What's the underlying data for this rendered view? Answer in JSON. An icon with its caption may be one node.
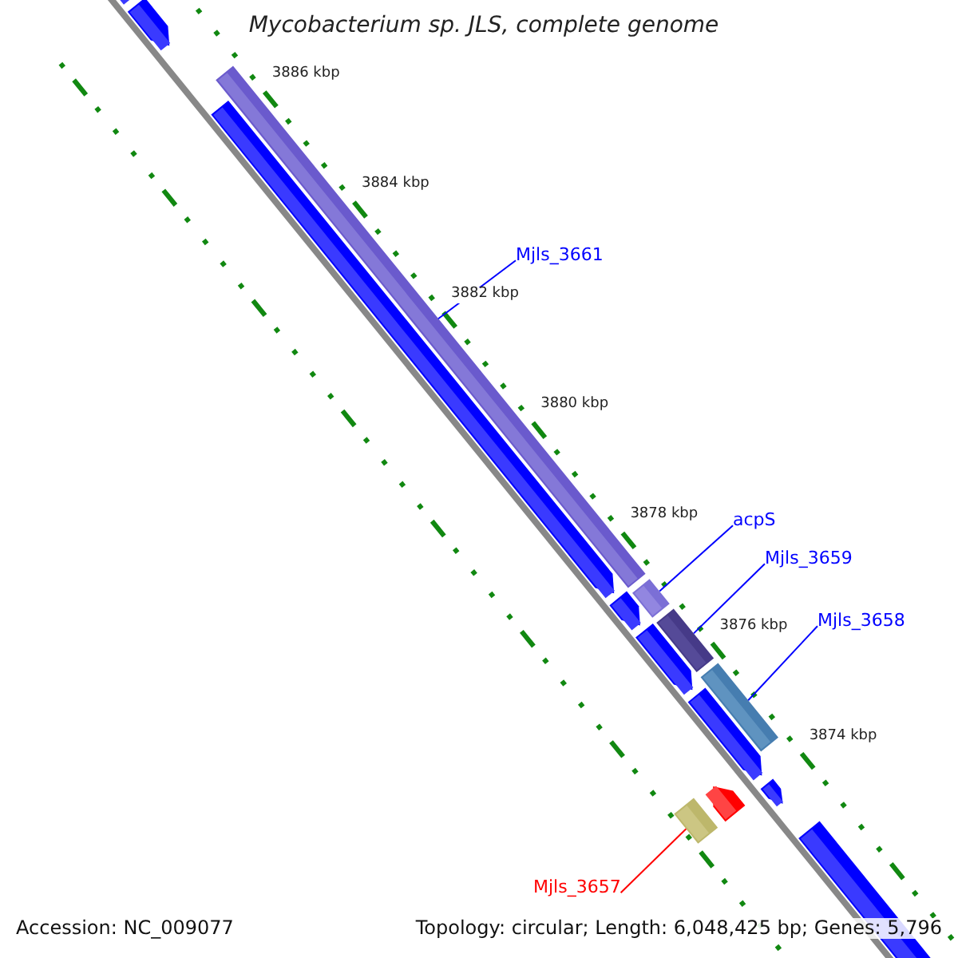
{
  "diagram": {
    "title": "Mycobacterium sp. JLS, complete genome",
    "nodes": [
      {
        "text": [
          "Mjls_3661"
        ]
      },
      {
        "text": [],
        "shape": "bar"
      },
      {
        "text": [
          "acpS"
        ]
      },
      {
        "text": [],
        "shape": "bar"
      },
      {
        "text": [
          "Mjls_3659"
        ]
      },
      {
        "text": [],
        "shape": "bar"
      },
      {
        "text": [
          "Mjls_3658"
        ]
      },
      {
        "text": [],
        "shape": "bar"
      },
      {
        "text": [
          "Mjls_3657"
        ]
      },
      {
        "text": [],
        "shape": "bar"
      }
    ],
    "edges": [
      {
        "from": 0,
        "to": 1,
        "arrow": "none"
      },
      {
        "from": 2,
        "to": 3,
        "arrow": "none"
      },
      {
        "from": 4,
        "to": 5,
        "arrow": "none"
      },
      {
        "from": 6,
        "to": 7,
        "arrow": "none"
      },
      {
        "from": 8,
        "to": 9,
        "arrow": "none",
        "color": "#ff0000"
      }
    ],
    "labels": [
      "3886 kbp",
      "3884 kbp",
      "3882 kbp",
      "3880 kbp",
      "3878 kbp",
      "3876 kbp",
      "3874 kbp",
      "Accession: NC_009077",
      "Topology: circular; Length: 6,048,425 bp; Genes: 5,796"
    ]
  }
}
